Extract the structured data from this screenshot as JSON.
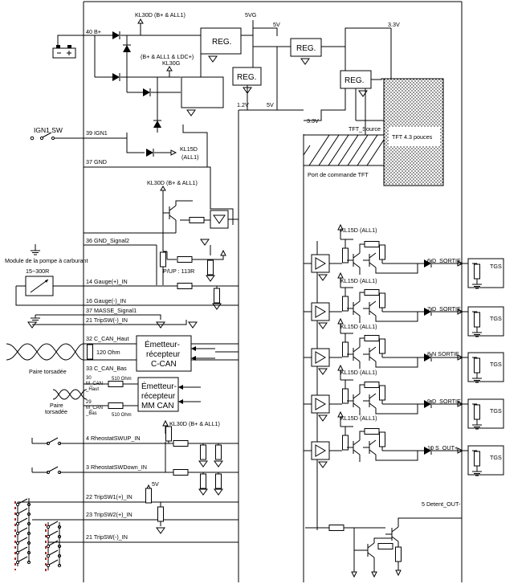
{
  "labels": {
    "b_plus": "40 B+",
    "kl30d_top": "KL30D (B+ & ALL1)",
    "rail_5vg": "5VG",
    "rail_5v_top": "5V",
    "rail_3v3_top": "3.3V",
    "reg1": "REG.",
    "reg2": "REG.",
    "reg3": "REG.",
    "reg4": "REG.",
    "ldc_note": "(B+ & ALL1 & LDC+)",
    "kl30g": "KL30G",
    "rail_1v2": "1.2V",
    "rail_5v_mid": "5V",
    "rail_3v3_mid": "3.3V",
    "tft_source": "TFT_Source",
    "tft_display": "TFT 4.3 pouces",
    "tft_port": "Port de commande TFT",
    "ign1_sw": "IGN1 SW",
    "ign1": "39 IGN1",
    "kl15d_top": "KL15D",
    "all1_top": "(ALL1)",
    "gnd_pin": "37 GND",
    "kl30d_mid": "KL30D (B+ & ALL1)",
    "gnd_signal2": "36 GND_Signal2",
    "fuel_module": "Module de la pompe à carburant",
    "fuel_range": "15~300R",
    "pup": "P/UP : 113R",
    "gauge_plus": "14 Gauge(+)_IN",
    "gauge_minus": "16 Gauge(-)_IN",
    "masse_signal1": "37 MASSE_Signal1",
    "tripsw_minus_1": "21 TripSW(-)_IN",
    "c_can_haut": "32 C_CAN_Haut",
    "ohm120": "120 Ohm",
    "c_can_bas": "33 C_CAN_Bas",
    "paire_torsadee_1": "Paire torsadée",
    "ccan_box_1": "Émetteur-",
    "ccan_box_2": "récepteur",
    "ccan_box_3": "C-CAN",
    "mm_haut_1": "30",
    "mm_haut_2": "M_CAN",
    "mm_haut_3": "_Haut",
    "ohm510_a": "510 Ohm",
    "mm_bas_1": "29",
    "mm_bas_2": "M_CAN",
    "mm_bas_3": "_Bas",
    "ohm510_b": "510 Ohm",
    "paire_torsadee_2a": "Paire",
    "paire_torsadee_2b": "torsadée",
    "mmcan_box_1": "Émetteur-",
    "mmcan_box_2": "récepteur",
    "mmcan_box_3": "MM CAN",
    "kl30d_low": "KL30D (B+ & ALL1)",
    "rheostat_up": "4 RheostatSWUP_IN",
    "rheostat_down": "3 RheostatSWDown_IN",
    "rail_5v_low": "5V",
    "tripsw1": "22 TripSW1(+)_IN",
    "tripsw2": "23 TripSW2(+)_IN",
    "tripsw_minus_2": "21 TripSW(-)_IN",
    "kl15d_1": "KL15D (ALL1)",
    "kl15d_2": "KL15D (ALL1)",
    "kl15d_3": "KL15D (ALL1)",
    "kl15d_4": "KL15D (ALL1)",
    "kl15d_5": "KL15D (ALL1)",
    "out_6": "6 D_SORTIE",
    "out_7": "7 D_SORTIE",
    "out_8": "8 N SORTIE",
    "out_9": "9 D_SORTIE",
    "out_10": "10 S_OUT+",
    "detent": "5 Detent_OUT-",
    "tgs_1": "TGS",
    "tgs_2": "TGS",
    "tgs_3": "TGS",
    "tgs_4": "TGS",
    "tgs_5": "TGS"
  }
}
